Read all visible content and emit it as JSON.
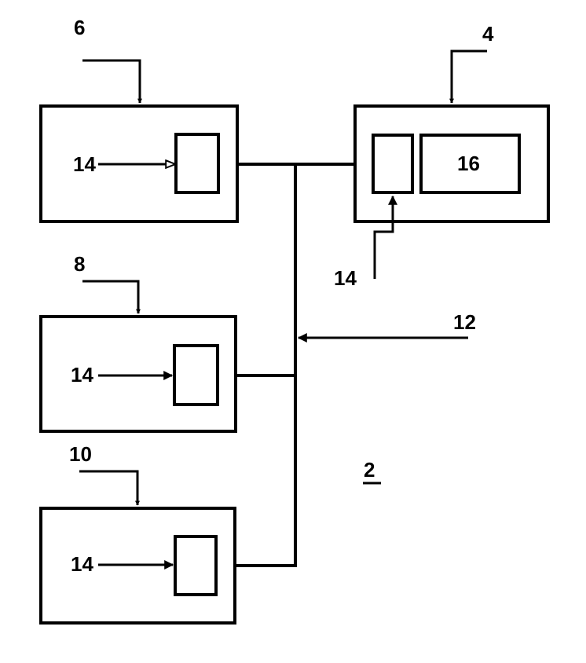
{
  "labels": {
    "module_top_left": "6",
    "module_mid_left": "8",
    "module_bottom_left": "10",
    "module_right": "4",
    "bus": "12",
    "input": "14",
    "unit": "16",
    "system": "2"
  }
}
